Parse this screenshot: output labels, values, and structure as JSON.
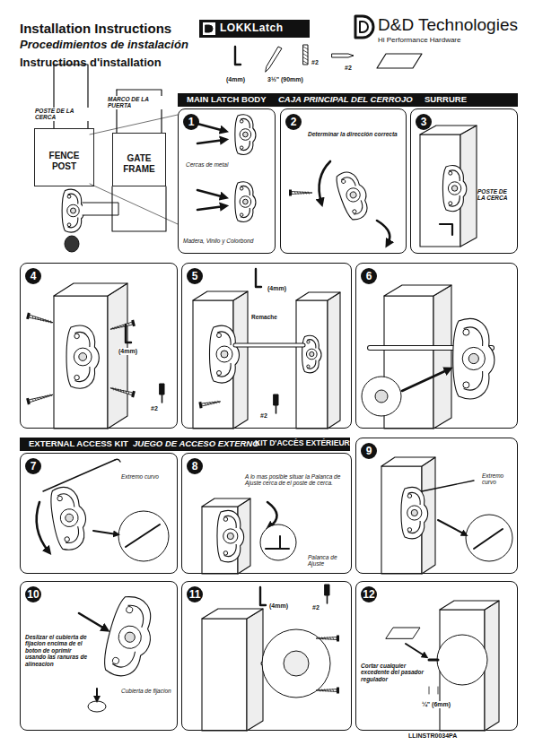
{
  "diagram": {
    "title": "Installation Instructions",
    "nodes": [
      {
        "text": [
          "POSTE DE LA CERCA",
          "FENCE POST"
        ]
      },
      {
        "text": [
          "MARCO DE LA PUERTA",
          "GATE FRAME"
        ]
      },
      {
        "text": [
          "MAIN LATCH BODY",
          "CAJA PRINCIPAL DEL CERROJO",
          "SURRURE"
        ]
      },
      {
        "text": [
          "1",
          "Cercas de metal",
          "Madera, Vinilo y Colorbond"
        ]
      },
      {
        "text": [
          "2",
          "Determinar la dirección correcta"
        ]
      },
      {
        "text": [
          "3",
          "POSTE DE LA CERCA"
        ]
      },
      {
        "text": [
          "4"
        ]
      },
      {
        "text": [
          "5"
        ]
      },
      {
        "text": [
          "6"
        ]
      },
      {
        "text": [
          "EXTERNAL ACCESS KIT",
          "JUEGO DE ACCESO EXTERNO",
          "KIT D'ACCÈS EXTÉRIEUR"
        ]
      },
      {
        "text": [
          "7",
          "Extremo curvo"
        ]
      },
      {
        "text": [
          "8",
          "A lo mas posible situar la Palanca de Ajuste cerca de el poste de cerca.",
          "Palanca de Ajuste"
        ]
      },
      {
        "text": [
          "9",
          "Extremo curvo"
        ]
      },
      {
        "text": [
          "10",
          "Deslizar el cubierta de fijacion encima de el boton de oprimir usando las ranuras de alineacion",
          "Cubierta de fijacion"
        ]
      },
      {
        "text": [
          "11"
        ]
      },
      {
        "text": [
          "12",
          "Cortar cualquier excedente del pasador regulador"
        ]
      }
    ],
    "labels": [
      "Procedimientos de instalación",
      "Instructions d'installation",
      "LOKKLatch",
      "D&D Technologies",
      "Hi Performance Hardware",
      "(4mm)",
      "3½\" (90mm)",
      "#2",
      "#2",
      "(4mm)",
      "#2",
      "Remache",
      "(4mm)",
      "#2",
      "(4mm)",
      "#2",
      "¼\" (6mm)",
      "LLINSTR0034PA"
    ]
  }
}
